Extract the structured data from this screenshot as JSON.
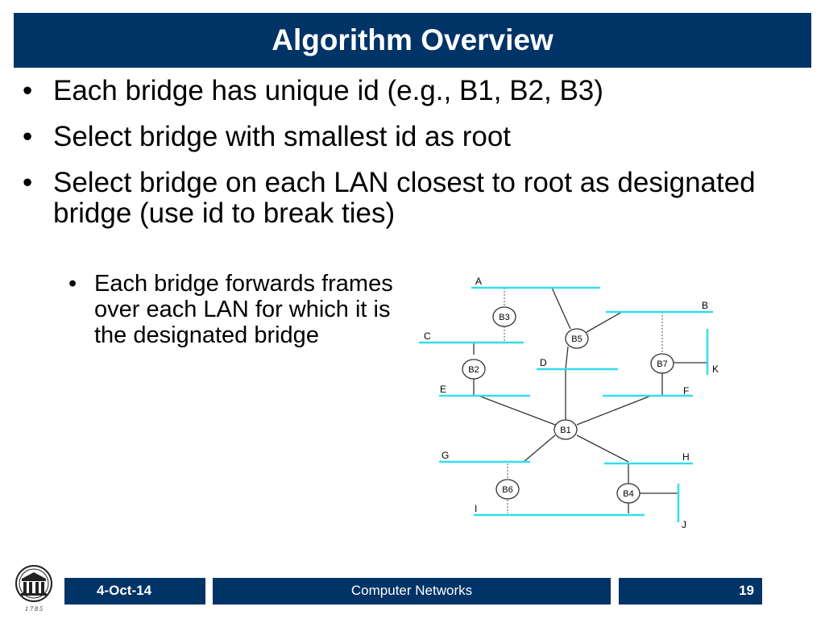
{
  "slide": {
    "title": "Algorithm Overview",
    "bullets": [
      "Each bridge has unique id (e.g., B1, B2, B3)",
      "Select bridge with smallest id as root",
      "Select bridge on each LAN closest to root as designated bridge (use id to break ties)"
    ],
    "sub_bullet": "Each bridge forwards frames over each LAN for which it is the designated bridge",
    "bullet_symbol": "•"
  },
  "diagram": {
    "lan_labels": [
      "A",
      "B",
      "C",
      "D",
      "E",
      "F",
      "G",
      "H",
      "I",
      "J",
      "K"
    ],
    "bridges": [
      "B1",
      "B2",
      "B3",
      "B4",
      "B5",
      "B6",
      "B7"
    ],
    "lan_color": "#33ddee"
  },
  "footer": {
    "date": "4-Oct-14",
    "course": "Computer Networks",
    "page": "19"
  },
  "logo": {
    "year": "1 7 8 5"
  },
  "colors": {
    "brand": "#003366"
  }
}
